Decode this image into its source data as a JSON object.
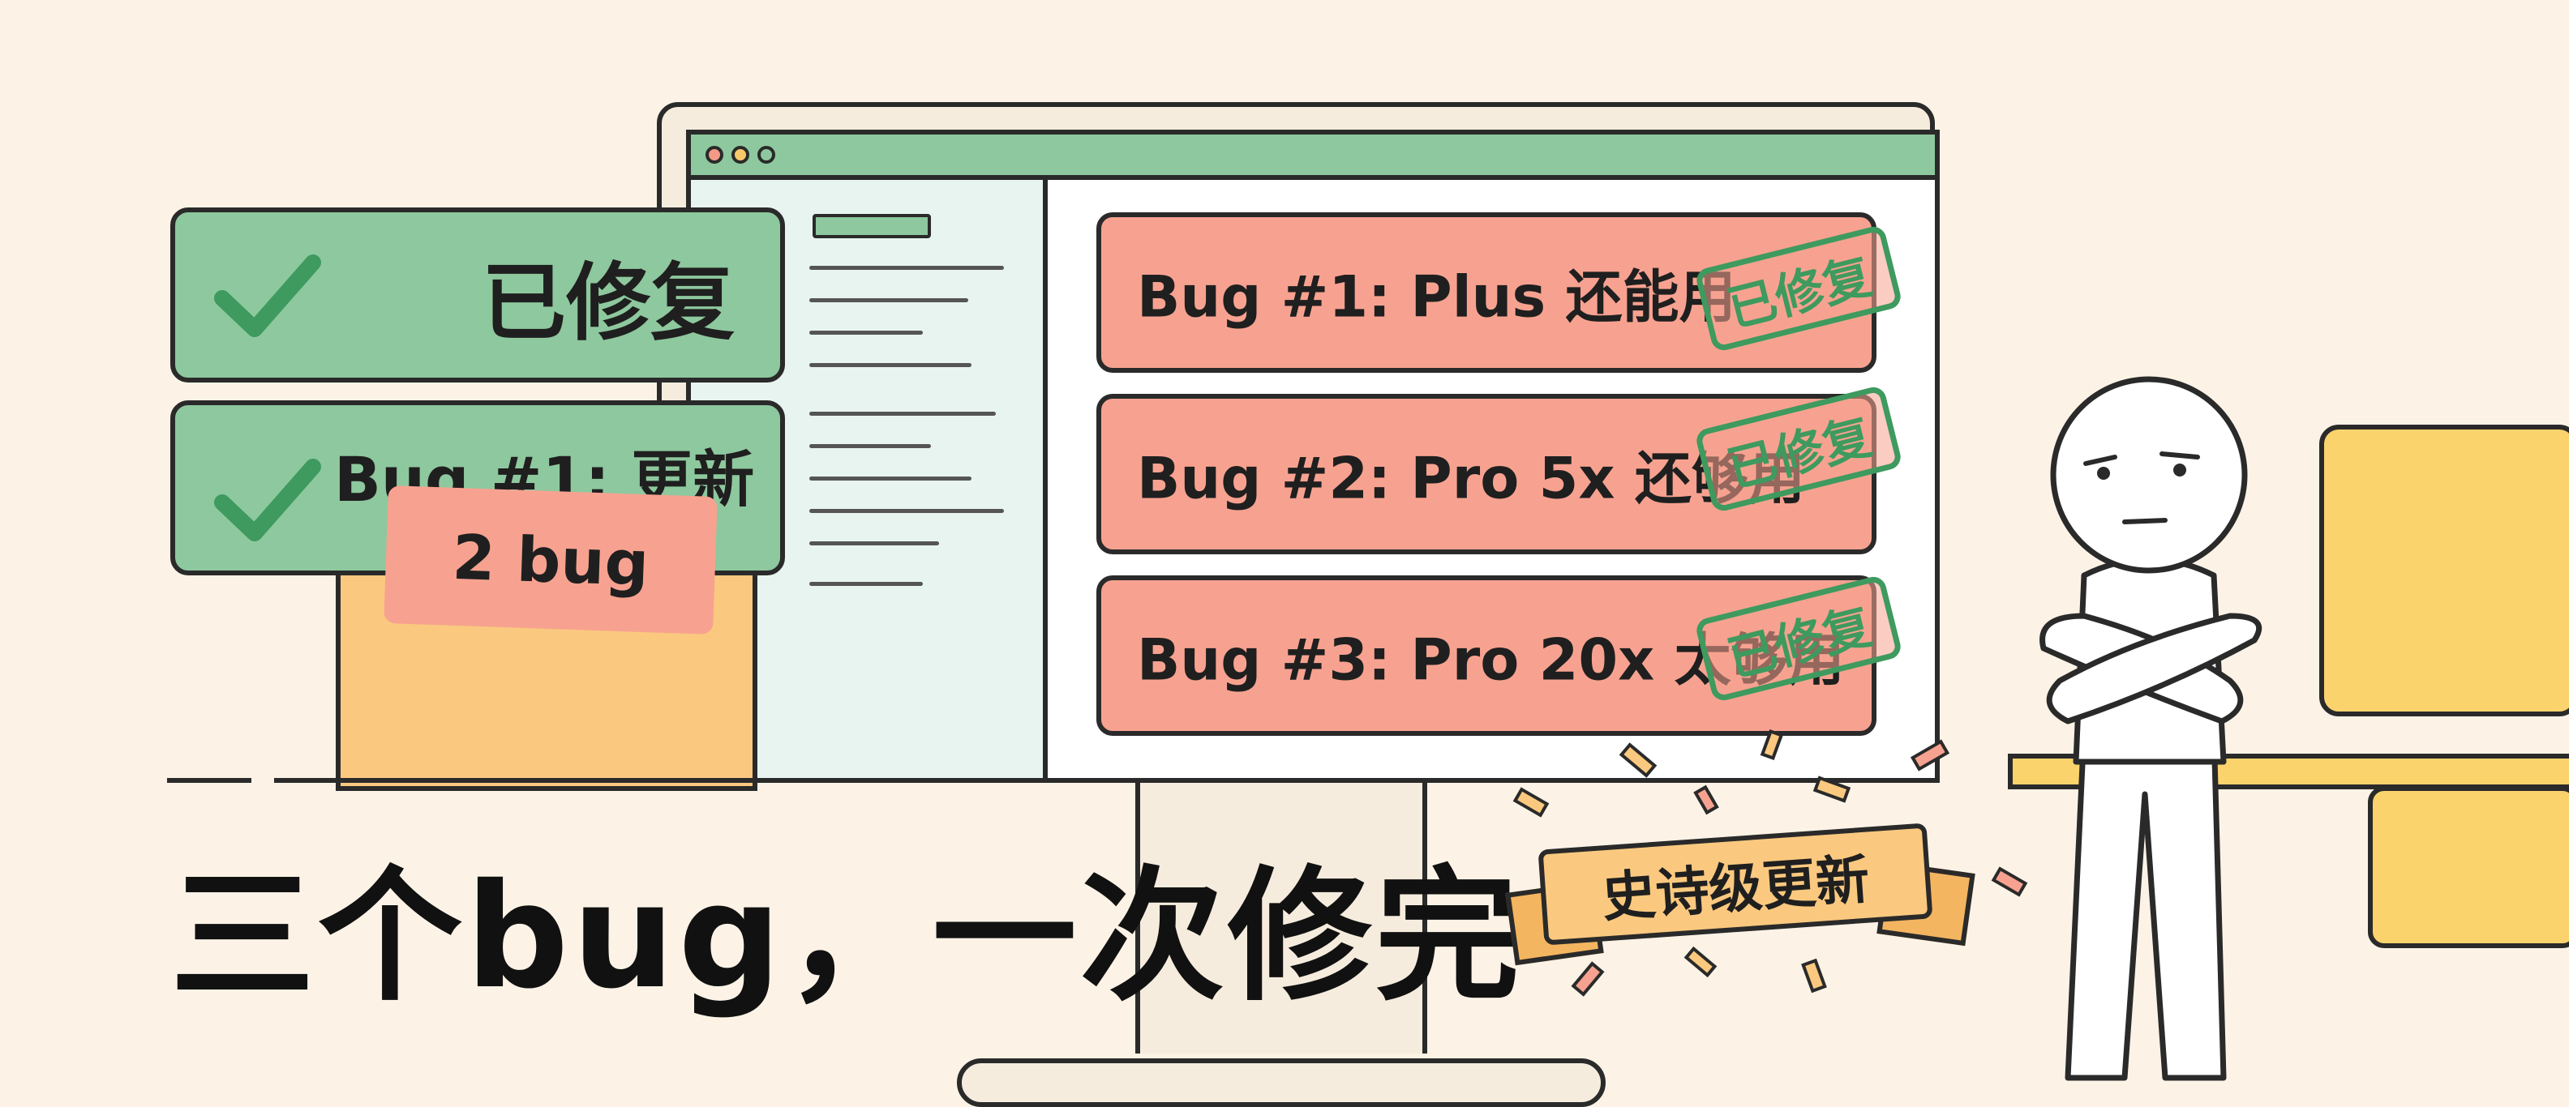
{
  "browser": {
    "cards": [
      {
        "text": "Bug #1: Plus 还能用",
        "stamp": "已修复"
      },
      {
        "text": "Bug #2: Pro 5x 还够用",
        "stamp": "已修复"
      },
      {
        "text": "Bug #3: Pro 20x 太够用",
        "stamp": "已修复"
      }
    ]
  },
  "tags": {
    "fixed_title": "已修复",
    "update_title": "Bug #1: 更新",
    "sticky_note": "2 bug"
  },
  "headline": "三个bug，一次修完",
  "banner": "史诗级更新",
  "colors": {
    "background": "#fcf3e6",
    "green": "#8ec89e",
    "salmon": "#f7a290",
    "stamp_green": "#3e9a5e",
    "folder": "#fac97f",
    "desk": "#fad36d"
  }
}
